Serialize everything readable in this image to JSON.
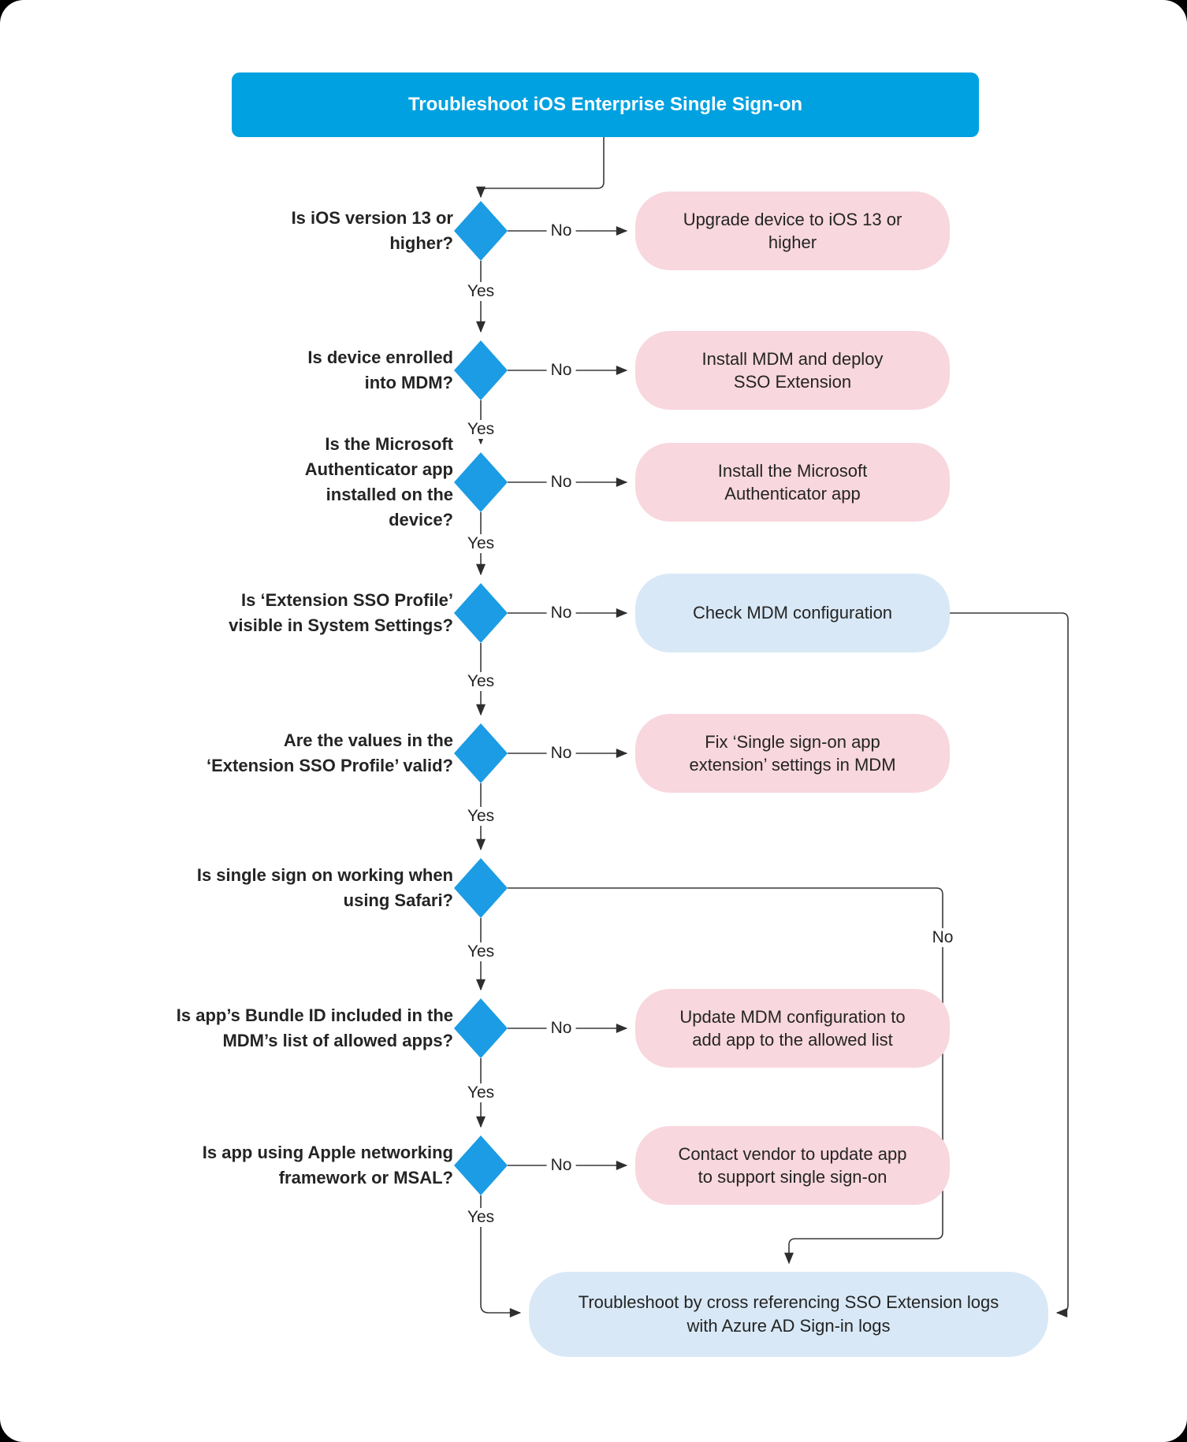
{
  "title": {
    "text": "Troubleshoot iOS Enterprise Single Sign-on",
    "background": "#00A1E0",
    "text_color": "#FFFFFF"
  },
  "labels": {
    "yes": "Yes",
    "no": "No"
  },
  "colors": {
    "diamond": "#1B9CE4",
    "action_box": "#F8D7DE",
    "info_box": "#D8E8F6",
    "line": "#3A3A3A",
    "text": "#242424"
  },
  "decisions": [
    {
      "question_lines": [
        "Is iOS version 13 or",
        "higher?"
      ],
      "no_outcome_lines": [
        "Upgrade device to iOS 13 or",
        "higher"
      ],
      "no_outcome_style": "pink"
    },
    {
      "question_lines": [
        "Is device enrolled",
        "into MDM?"
      ],
      "no_outcome_lines": [
        "Install MDM and deploy",
        "SSO Extension"
      ],
      "no_outcome_style": "pink"
    },
    {
      "question_lines": [
        "Is the Microsoft",
        "Authenticator app",
        "installed on the",
        "device?"
      ],
      "no_outcome_lines": [
        "Install the Microsoft",
        "Authenticator app"
      ],
      "no_outcome_style": "pink"
    },
    {
      "question_lines": [
        "Is ‘Extension SSO Profile’",
        "visible in System Settings?"
      ],
      "no_outcome_lines": [
        "Check MDM configuration"
      ],
      "no_outcome_style": "blue"
    },
    {
      "question_lines": [
        "Are the values in the",
        "‘Extension SSO Profile’ valid?"
      ],
      "no_outcome_lines": [
        "Fix ‘Single sign-on app",
        "extension’ settings in MDM"
      ],
      "no_outcome_style": "pink"
    },
    {
      "question_lines": [
        "Is single sign on working when",
        "using Safari?"
      ],
      "no_outcome_lines": [],
      "no_outcome_style": null
    },
    {
      "question_lines": [
        "Is app’s Bundle ID included in the",
        "MDM’s list of allowed apps?"
      ],
      "no_outcome_lines": [
        "Update MDM configuration to",
        "add app to the allowed list"
      ],
      "no_outcome_style": "pink"
    },
    {
      "question_lines": [
        "Is app using Apple networking",
        "framework or MSAL?"
      ],
      "no_outcome_lines": [
        "Contact vendor to update app",
        "to support single sign-on"
      ],
      "no_outcome_style": "pink"
    }
  ],
  "final_node": {
    "lines": [
      "Troubleshoot by cross referencing SSO Extension logs",
      "with Azure AD Sign-in logs"
    ]
  }
}
